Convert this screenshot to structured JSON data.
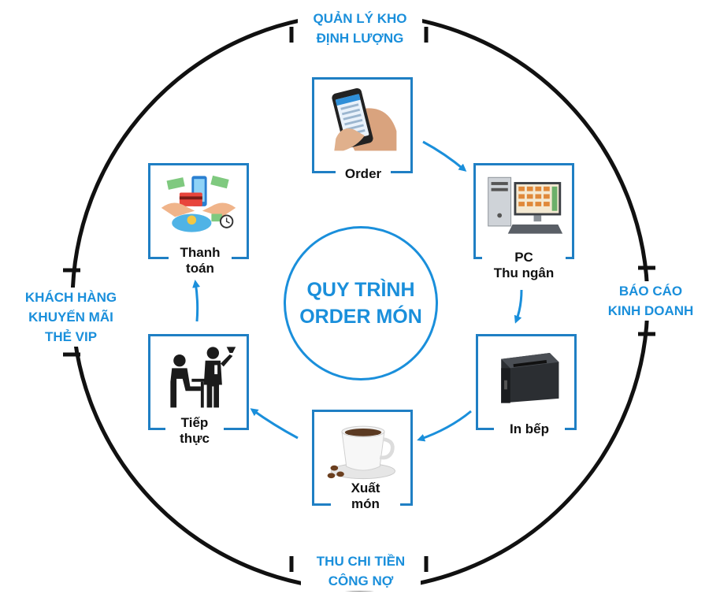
{
  "title": {
    "line1": "QUY TRÌNH",
    "line2": "ORDER MÓN"
  },
  "outer": {
    "top": {
      "line1": "QUẢN LÝ KHO",
      "line2": "ĐỊNH LƯỢNG"
    },
    "right": {
      "line1": "BÁO CÁO",
      "line2": "KINH DOANH"
    },
    "bottom": {
      "line1": "THU CHI TIỀN",
      "line2": "CÔNG NỢ"
    },
    "left": {
      "line1": "KHÁCH HÀNG",
      "line2": "KHUYẾN MÃI",
      "line3": "THẺ VIP"
    }
  },
  "steps": {
    "order": {
      "line1": "Order",
      "icon": "smartphone-icon"
    },
    "pc": {
      "line1": "PC",
      "line2": "Thu ngân",
      "icon": "pos-computer-icon"
    },
    "kitchen": {
      "line1": "In bếp",
      "icon": "receipt-printer-icon"
    },
    "serve": {
      "line1": "Xuất",
      "line2": "món",
      "icon": "coffee-cup-icon"
    },
    "service": {
      "line1": "Tiếp",
      "line2": "thực",
      "icon": "waiter-serving-icon"
    },
    "payment": {
      "line1": "Thanh",
      "line2": "toán",
      "icon": "payment-icon"
    }
  },
  "colors": {
    "accent": "#1a8fdb",
    "box_border": "#1f7fc4",
    "ring": "#111111"
  }
}
